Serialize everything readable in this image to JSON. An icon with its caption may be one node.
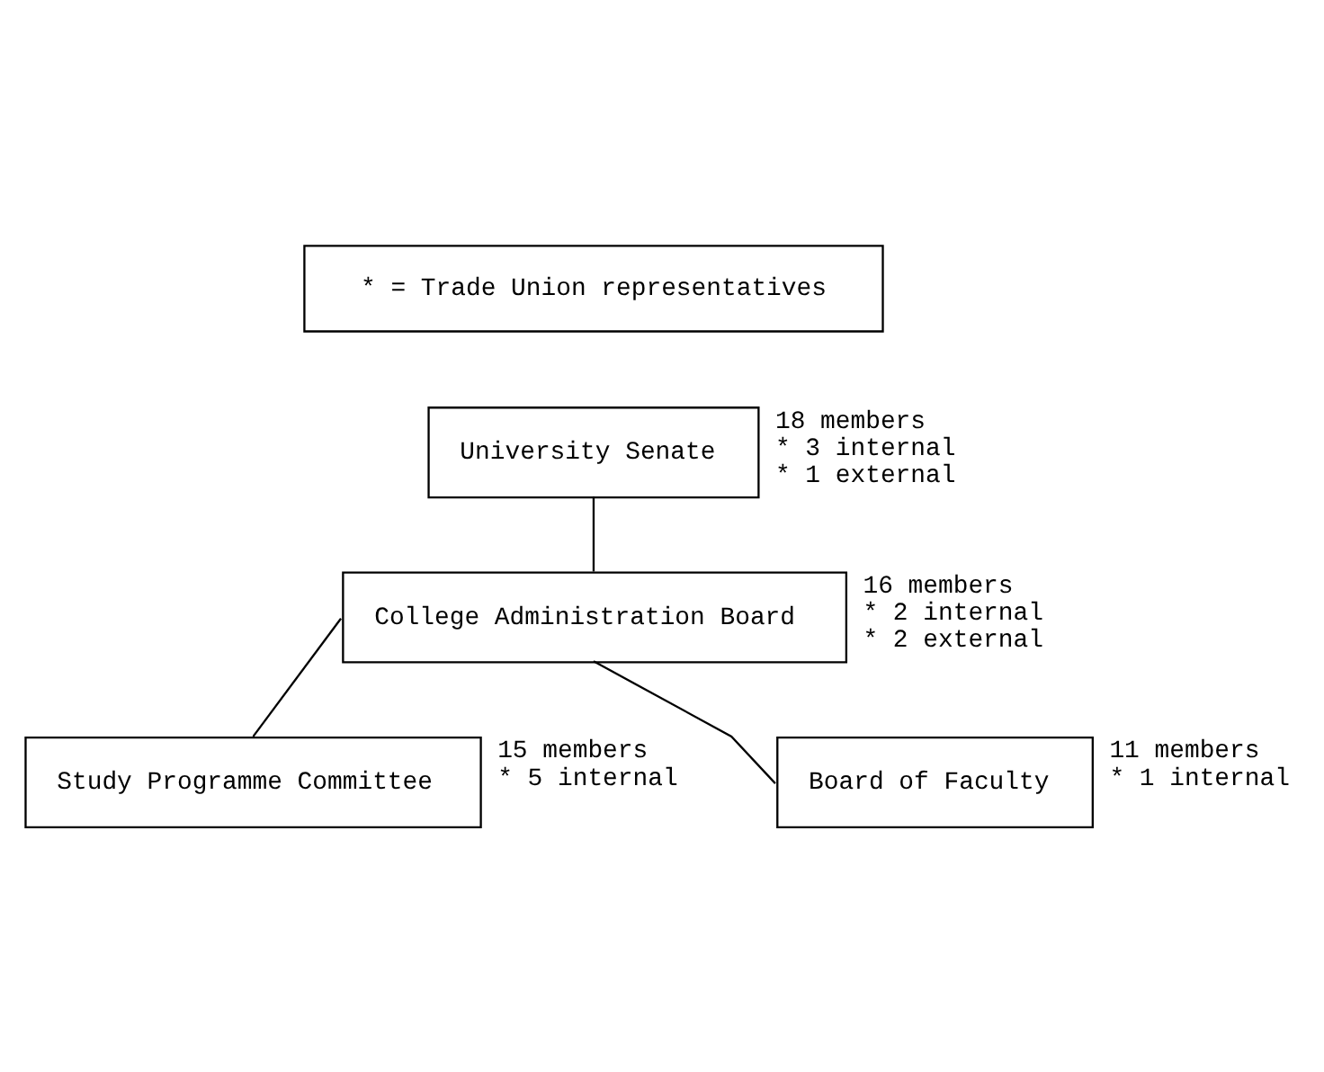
{
  "diagram": {
    "nodes": [
      {
        "text": [
          "* = Trade Union representatives"
        ]
      },
      {
        "text": [
          "University Senate"
        ],
        "beside": [
          "18 members",
          "* 3 internal",
          "* 1 external"
        ]
      },
      {
        "text": [
          "College Administration Board"
        ],
        "beside": [
          "16 members",
          "* 2 internal",
          "* 2 external"
        ]
      },
      {
        "text": [
          "Study Programme Committee"
        ],
        "beside": [
          "15 members",
          "* 5 internal"
        ]
      },
      {
        "text": [
          "Board of Faculty"
        ],
        "beside": [
          "11 members",
          "* 1 internal"
        ]
      }
    ],
    "edges": [
      {
        "from": 1,
        "to": 2,
        "arrow": "none"
      },
      {
        "from": 2,
        "to": 3,
        "arrow": "none"
      },
      {
        "from": 2,
        "to": 4,
        "arrow": "none"
      }
    ]
  }
}
